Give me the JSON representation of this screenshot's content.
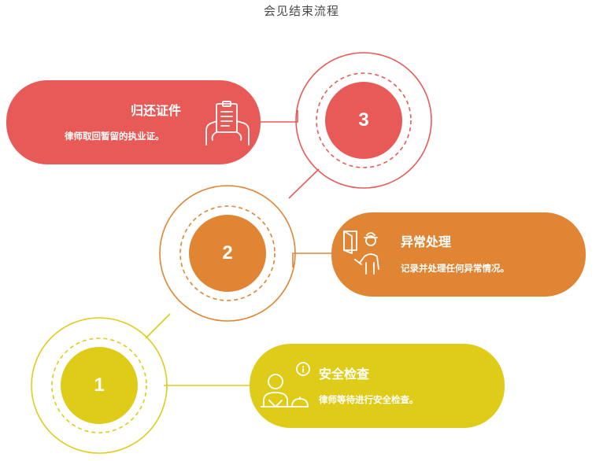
{
  "title": "会见结束流程",
  "colors": {
    "red": "#e85a57",
    "orange": "#e08533",
    "yellow": "#dfcc19"
  },
  "steps": [
    {
      "number": "3",
      "title": "归还证件",
      "desc": "律师取回暂留的执业证。",
      "icon": "hands-holding-document-icon",
      "color": "#e85a57"
    },
    {
      "number": "2",
      "title": "异常处理",
      "desc": "记录并处理任何异常情况。",
      "icon": "staff-with-door-icon",
      "color": "#e08533"
    },
    {
      "number": "1",
      "title": "安全检查",
      "desc": "律师等待进行安全检查。",
      "icon": "person-at-reception-icon",
      "color": "#dfcc19"
    }
  ]
}
